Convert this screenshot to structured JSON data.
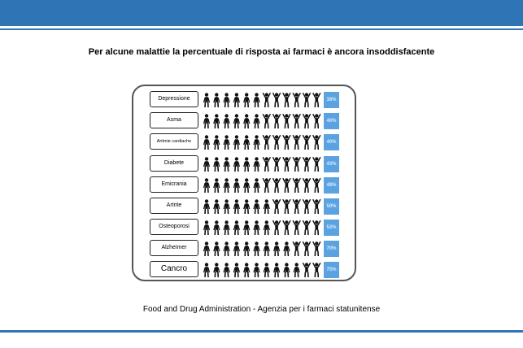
{
  "title": "Per alcune malattie la percentuale di risposta ai farmaci è ancora insoddisfacente",
  "source": "Food and Drug Administration - Agenzia per i farmaci statunitense",
  "colors": {
    "header": "#2e75b6",
    "percent_box": "#5ba3e0",
    "figure": "#111111"
  },
  "rows": [
    {
      "label": "Depressione",
      "percent": "38%",
      "value": 38,
      "arms_up": 6
    },
    {
      "label": "Asma",
      "percent": "40%",
      "value": 40,
      "arms_up": 6
    },
    {
      "label": "Aritmie cardiache",
      "percent": "40%",
      "value": 40,
      "arms_up": 6
    },
    {
      "label": "Diabete",
      "percent": "43%",
      "value": 43,
      "arms_up": 6
    },
    {
      "label": "Emicrania",
      "percent": "48%",
      "value": 48,
      "arms_up": 6
    },
    {
      "label": "Artrite",
      "percent": "50%",
      "value": 50,
      "arms_up": 5
    },
    {
      "label": "Osteoporosi",
      "percent": "52%",
      "value": 52,
      "arms_up": 5
    },
    {
      "label": "Alzheimer",
      "percent": "70%",
      "value": 70,
      "arms_up": 3
    },
    {
      "label": "Cancro",
      "percent": "75%",
      "value": 75,
      "arms_up": 2
    }
  ]
}
